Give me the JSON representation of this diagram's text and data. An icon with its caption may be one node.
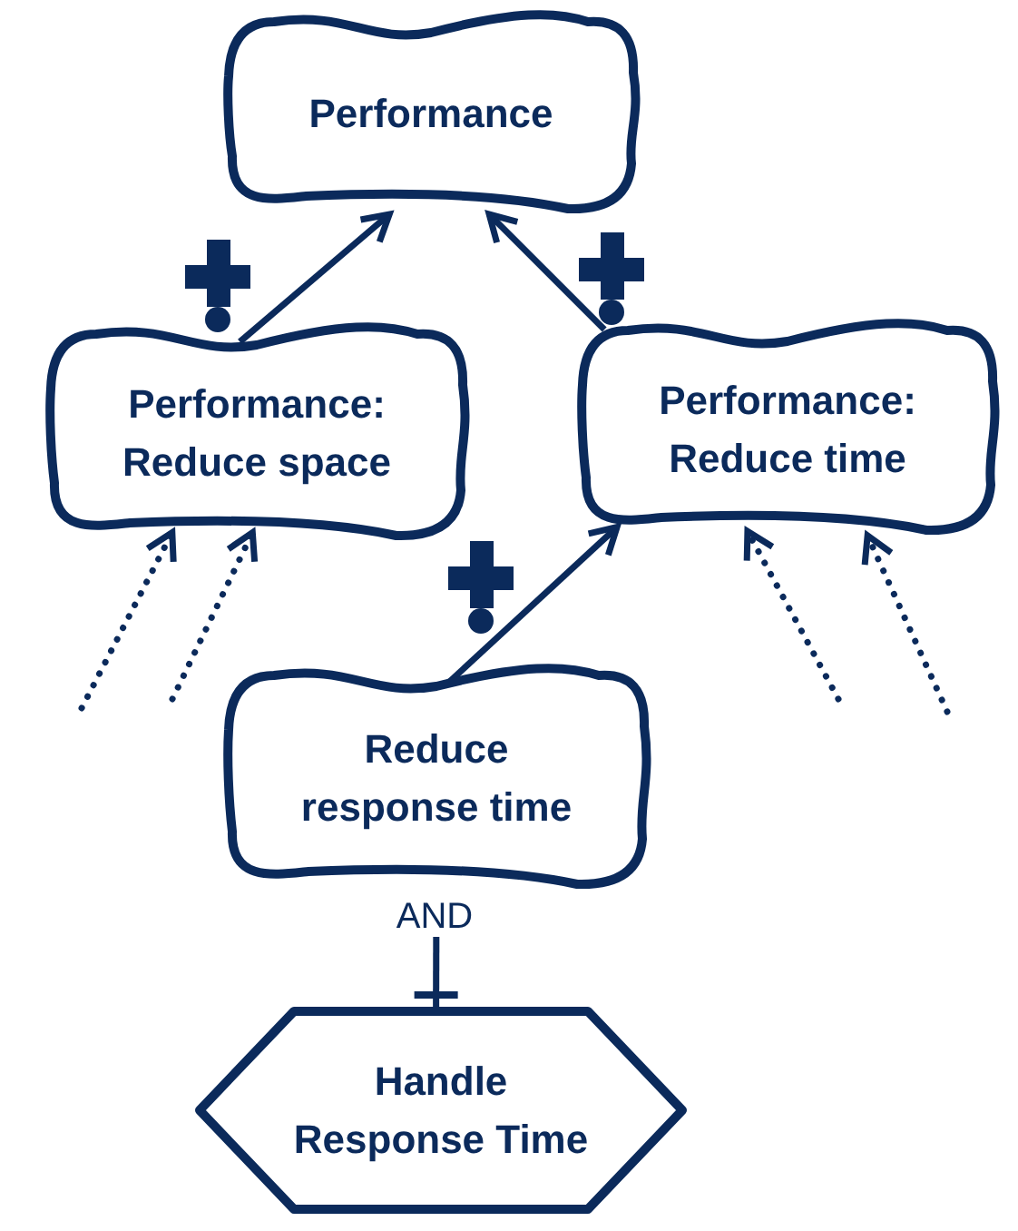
{
  "diagram": {
    "nodes": [
      {
        "text": [
          "Performance"
        ]
      },
      {
        "text": [
          "Performance: Reduce space"
        ]
      },
      {
        "text": [
          "Performance: Reduce time"
        ]
      },
      {
        "text": [
          "Reduce response time"
        ]
      },
      {
        "text": [
          "Handle Response Time"
        ]
      }
    ],
    "edges": [
      {
        "from": 1,
        "to": 0,
        "arrow": "to"
      },
      {
        "from": 2,
        "to": 0,
        "arrow": "to"
      },
      {
        "from": 3,
        "to": 2,
        "arrow": "to"
      },
      {
        "from": 3,
        "to": 4,
        "arrow": "other",
        "label": "AND"
      },
      {
        "from": null,
        "to": 1,
        "arrow": "to",
        "style": "dashed"
      },
      {
        "from": null,
        "to": 1,
        "arrow": "to",
        "style": "dashed"
      },
      {
        "from": null,
        "to": 2,
        "arrow": "to",
        "style": "dashed"
      },
      {
        "from": null,
        "to": 2,
        "arrow": "to",
        "style": "dashed"
      }
    ]
  }
}
